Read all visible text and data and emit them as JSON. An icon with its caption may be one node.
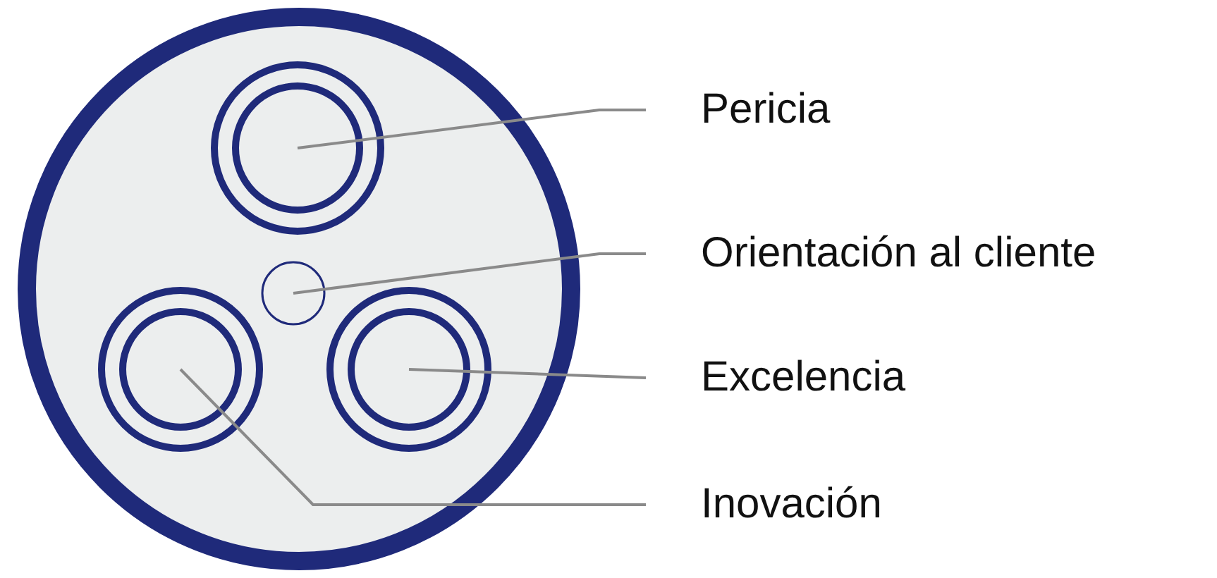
{
  "diagram": {
    "nodes": [
      {
        "text": [
          "Pericia"
        ]
      },
      {
        "text": [],
        "shape": "circle"
      },
      {
        "text": [
          "Orientación al cliente"
        ]
      },
      {
        "text": [],
        "shape": "circle"
      },
      {
        "text": [
          "Excelencia"
        ]
      },
      {
        "text": [],
        "shape": "circle"
      },
      {
        "text": [
          "Inovación"
        ]
      },
      {
        "text": [],
        "shape": "circle"
      }
    ],
    "edges": [
      {
        "from": 0,
        "to": 1,
        "arrow": "none"
      },
      {
        "from": 2,
        "to": 3,
        "arrow": "none"
      },
      {
        "from": 4,
        "to": 5,
        "arrow": "none"
      },
      {
        "from": 6,
        "to": 7,
        "arrow": "none"
      }
    ]
  }
}
